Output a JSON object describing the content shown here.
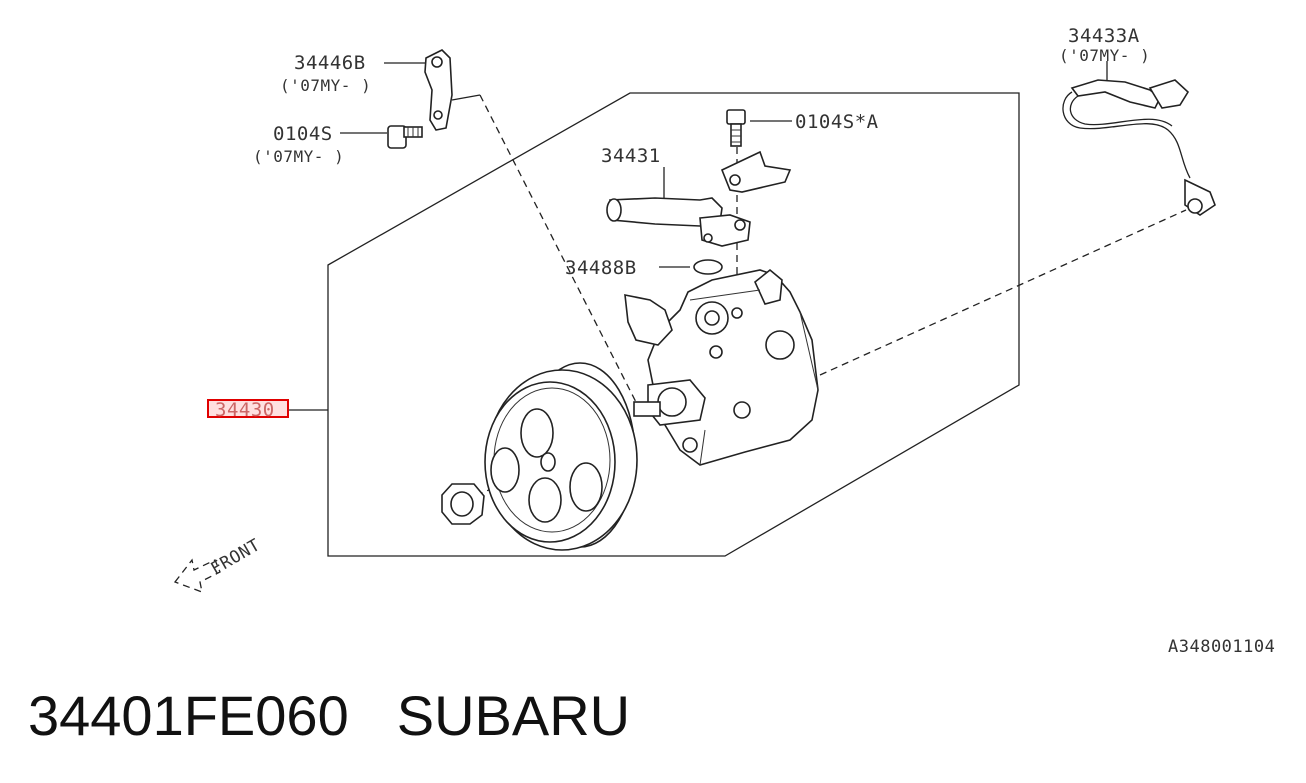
{
  "labels": {
    "bracket": "34446B",
    "bracket_note": "('07MY- )",
    "bolt": "0104S",
    "bolt_note": "('07MY- )",
    "pipe": "34431",
    "bolt_a": "0104S*A",
    "oring": "34488B",
    "pump": "34430",
    "sensor": "34433A",
    "sensor_note": "('07MY- )",
    "front": "FRONT"
  },
  "diagram_code": "A348001104",
  "caption": {
    "part_number": "34401FE060",
    "brand": "SUBARU"
  },
  "colors": {
    "highlight": "#e00000",
    "highlight_fill": "#ffe0e0"
  }
}
